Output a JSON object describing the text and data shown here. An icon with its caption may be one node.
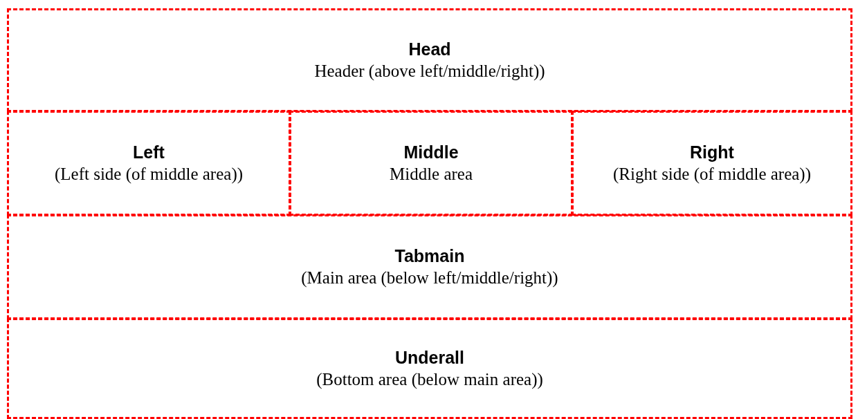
{
  "diagram": {
    "nodes": [
      {
        "text": [
          "Head",
          "Header (above left/middle/right))"
        ]
      },
      {
        "text": [
          "Left",
          "(Left side (of middle area))"
        ]
      },
      {
        "text": [
          "Middle",
          "Middle area"
        ]
      },
      {
        "text": [
          "Right",
          "(Right side (of middle area))"
        ]
      },
      {
        "text": [
          "Tabmain",
          "(Main area (below left/middle/right))"
        ]
      },
      {
        "text": [
          "Underall",
          "(Bottom area (below main area))"
        ]
      }
    ]
  }
}
